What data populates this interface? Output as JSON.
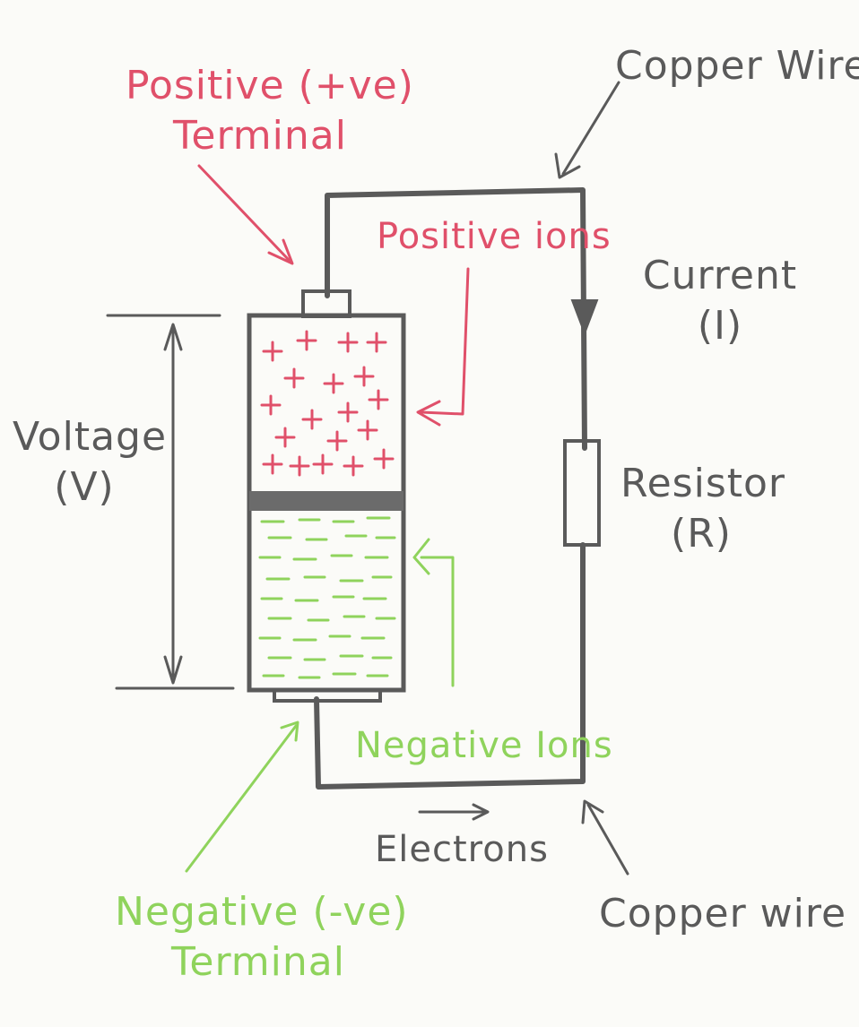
{
  "labels": {
    "positive_terminal_line1": "Positive (+ve)",
    "positive_terminal_line2": "Terminal",
    "copper_wire_top": "Copper Wire",
    "positive_ions": "Positive ions",
    "current_line1": "Current",
    "current_line2": "(I)",
    "voltage_line1": "Voltage",
    "voltage_line2": "(V)",
    "resistor_line1": "Resistor",
    "resistor_line2": "(R)",
    "negative_ions": "Negative Ions",
    "electrons": "Electrons",
    "copper_wire_bottom": "Copper wire",
    "negative_terminal_line1": "Negative (-ve)",
    "negative_terminal_line2": "Terminal"
  },
  "colors": {
    "positive": "#e0506a",
    "negative": "#8fd35c",
    "wire": "#5a5a5a",
    "background": "#fbfbf8"
  }
}
